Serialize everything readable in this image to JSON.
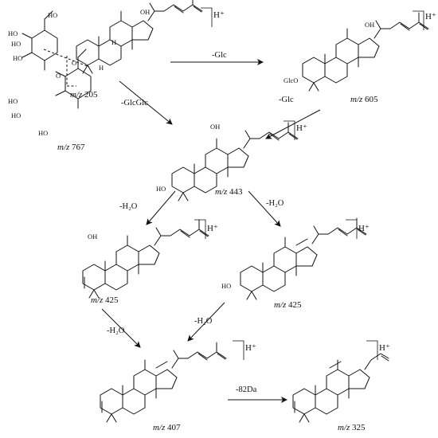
{
  "atoms": {
    "hydroxyl": "OH",
    "hydroxyl_left": "HO",
    "hydrogen": "H",
    "glc_o": "GlcO",
    "ring_o": "O",
    "link_o": "O"
  },
  "ions": {
    "m767": {
      "mz_prefix": "m/z",
      "mz_value": "767",
      "charge": "H⁺"
    },
    "m605": {
      "mz_prefix": "m/z",
      "mz_value": "605",
      "charge": "H⁺"
    },
    "m443": {
      "mz_prefix": "m/z",
      "mz_value": "443",
      "charge": "H⁺"
    },
    "m425a": {
      "mz_prefix": "m/z",
      "mz_value": "425",
      "charge": "H⁺"
    },
    "m425b": {
      "mz_prefix": "m/z",
      "mz_value": "425",
      "charge": "H⁺"
    },
    "m407": {
      "mz_prefix": "m/z",
      "mz_value": "407",
      "charge": "H⁺"
    },
    "m325": {
      "mz_prefix": "m/z",
      "mz_value": "325",
      "charge": "H⁺"
    },
    "m205": {
      "mz_prefix": "m/z",
      "mz_value": "205"
    }
  },
  "transitions": {
    "t767_605": "-Glc",
    "t605_443": "-Glc",
    "t767_443": "-GlcGlc",
    "t443_425a": "-H₂O",
    "t443_425b": "-H₂O",
    "t425a_407": "-H₂O",
    "t425b_407": "-H₂O",
    "t407_325": "-82Da"
  }
}
